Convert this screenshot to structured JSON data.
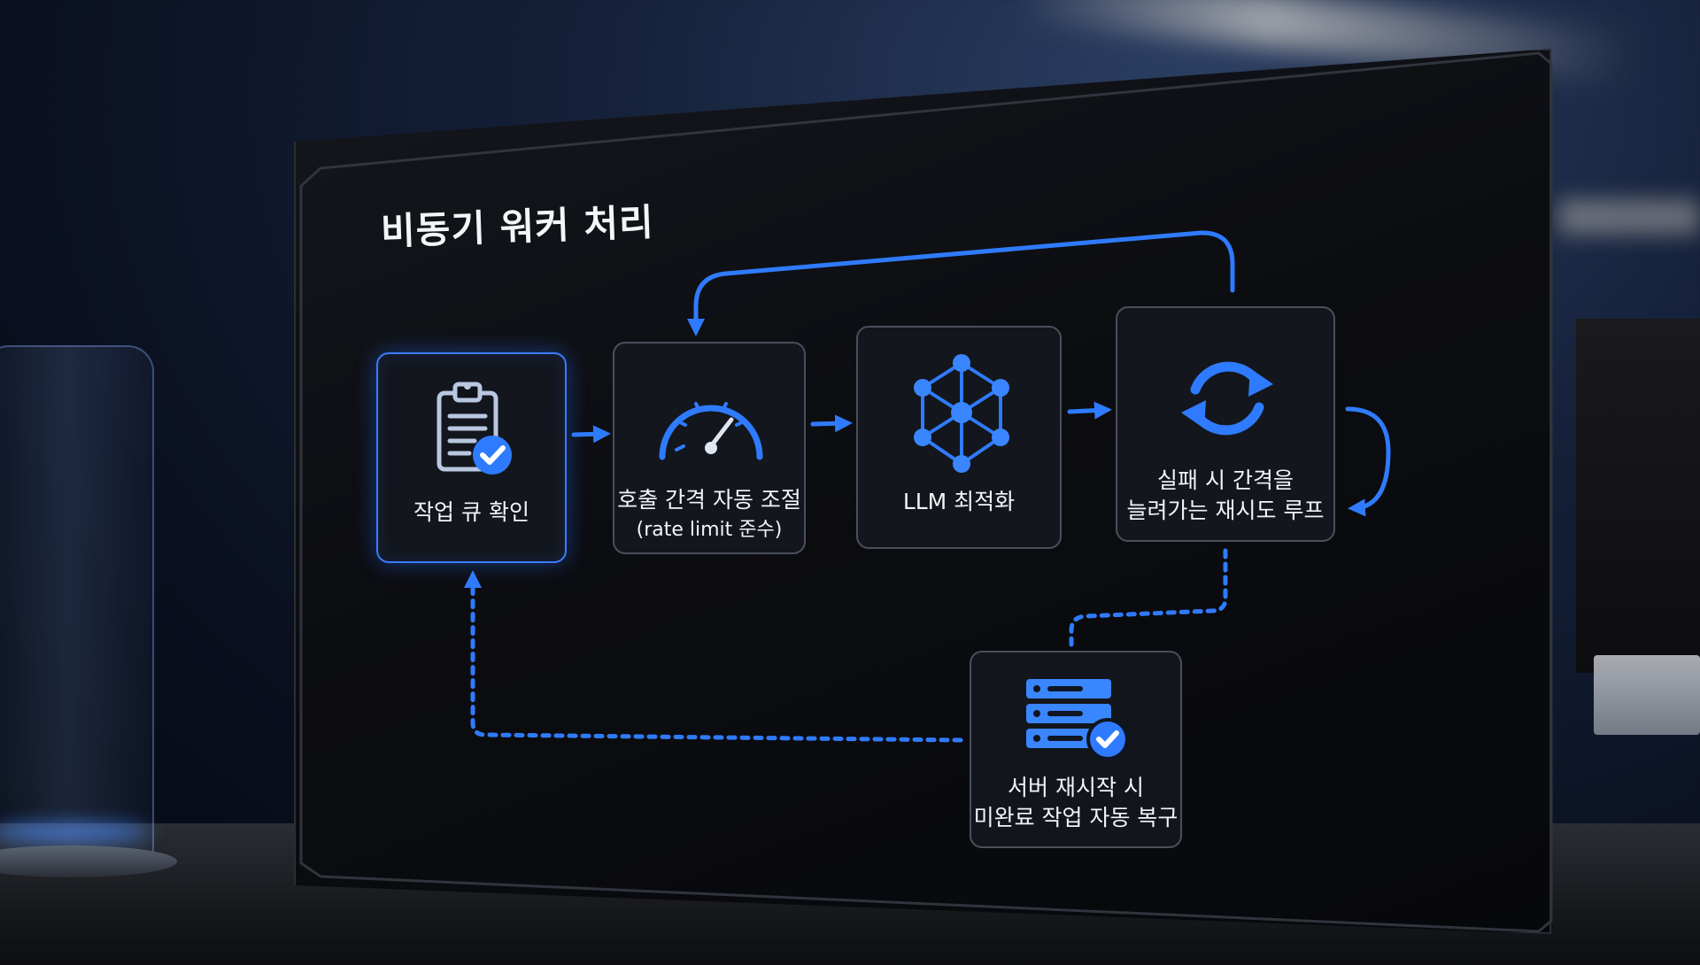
{
  "title": "비동기 워커 처리",
  "steps": {
    "queue": {
      "label": "작업 큐 확인"
    },
    "rate": {
      "label": "호출 간격 자동 조절",
      "sub": "(rate limit 준수)"
    },
    "llm": {
      "label": "LLM 최적화"
    },
    "retry": {
      "label_line1": "실패 시 간격을",
      "label_line2": "늘려가는 재시도 루프"
    },
    "recover": {
      "label_line1": "서버 재시작 시",
      "label_line2": "미완료 작업 자동 복구"
    }
  },
  "colors": {
    "accent": "#2f7bff",
    "border": "#4a4f5a",
    "text": "#f2f4f7"
  },
  "icons": [
    "clipboard-check-icon",
    "gauge-icon",
    "network-icon",
    "refresh-icon",
    "server-check-icon"
  ]
}
